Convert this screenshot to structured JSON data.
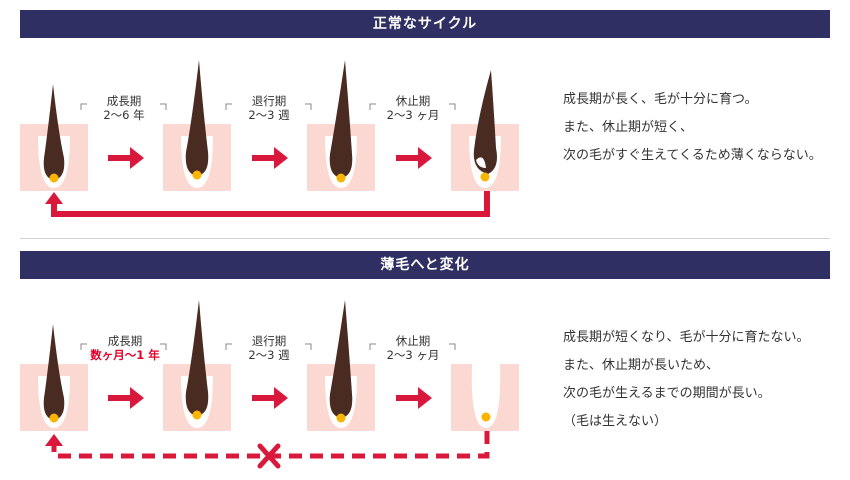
{
  "sections": [
    {
      "title": "正常なサイクル",
      "stages": [
        {
          "name": "成長期",
          "duration": "2〜6 年"
        },
        {
          "name": "退行期",
          "duration": "2〜3 週"
        },
        {
          "name": "休止期",
          "duration": "2〜3 ヶ月"
        }
      ],
      "description": [
        "成長期が長く、毛が十分に育つ。",
        "また、休止期が短く、",
        "次の毛がすぐ生えてくるため薄くならない。"
      ]
    },
    {
      "title": "薄毛へと変化",
      "stages": [
        {
          "name": "成長期",
          "duration": "数ヶ月〜1 年",
          "highlight": true
        },
        {
          "name": "退行期",
          "duration": "2〜3 週"
        },
        {
          "name": "休止期",
          "duration": "2〜3 ヶ月"
        }
      ],
      "description": [
        "成長期が短くなり、毛が十分に育たない。",
        "また、休止期が長いため、",
        "次の毛が生えるまでの期間が長い。",
        "（毛は生えない）"
      ]
    }
  ],
  "colors": {
    "banner": "#2f2f63",
    "skin": "#fbd8d2",
    "hair": "#4a2b22",
    "root": "#f7b500",
    "arrow": "#d9183b",
    "highlight": "#e0002a"
  },
  "icons": [
    "hair-follicle-icon",
    "arrow-right-icon",
    "cycle-return-arrow-icon",
    "blocked-cycle-icon",
    "cross-icon"
  ]
}
